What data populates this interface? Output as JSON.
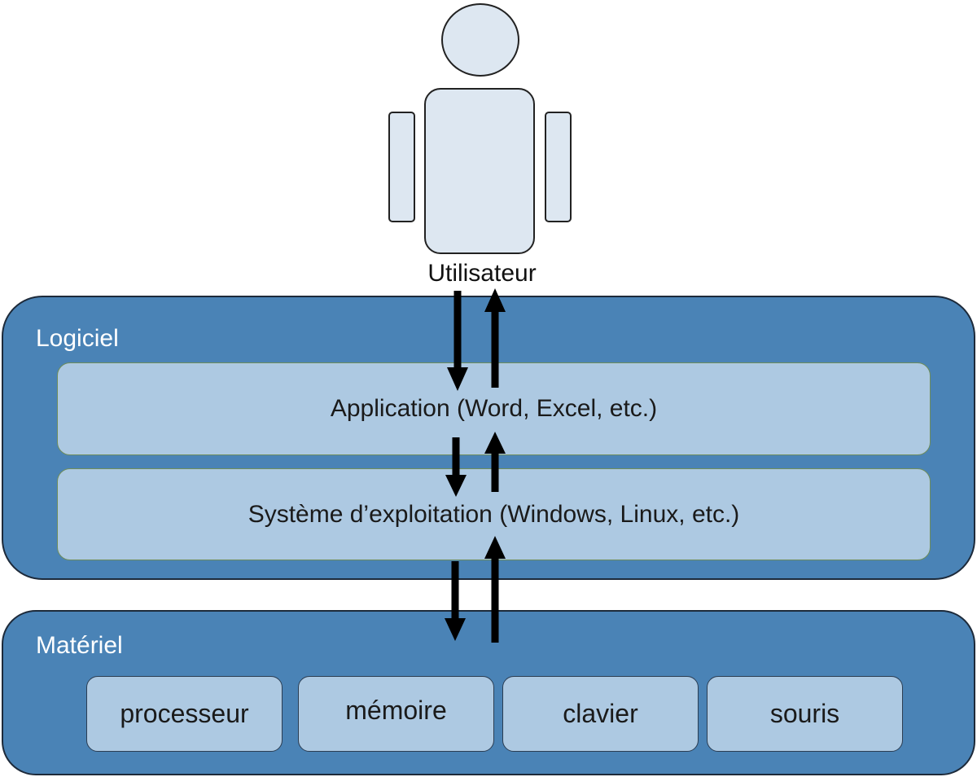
{
  "user": {
    "label": "Utilisateur"
  },
  "software": {
    "title": "Logiciel",
    "layers": [
      {
        "label": "Application (Word, Excel, etc.)"
      },
      {
        "label": "Système d’exploitation (Windows, Linux, etc.)"
      }
    ]
  },
  "hardware": {
    "title": "Matériel",
    "components": [
      {
        "label": "processeur"
      },
      {
        "label": "mémoire"
      },
      {
        "label": "clavier"
      },
      {
        "label": "souris"
      }
    ]
  },
  "colors": {
    "panel": "#4a83b6",
    "box": "#adc9e2",
    "figure": "#dde7f1",
    "arrow": "#000000"
  }
}
